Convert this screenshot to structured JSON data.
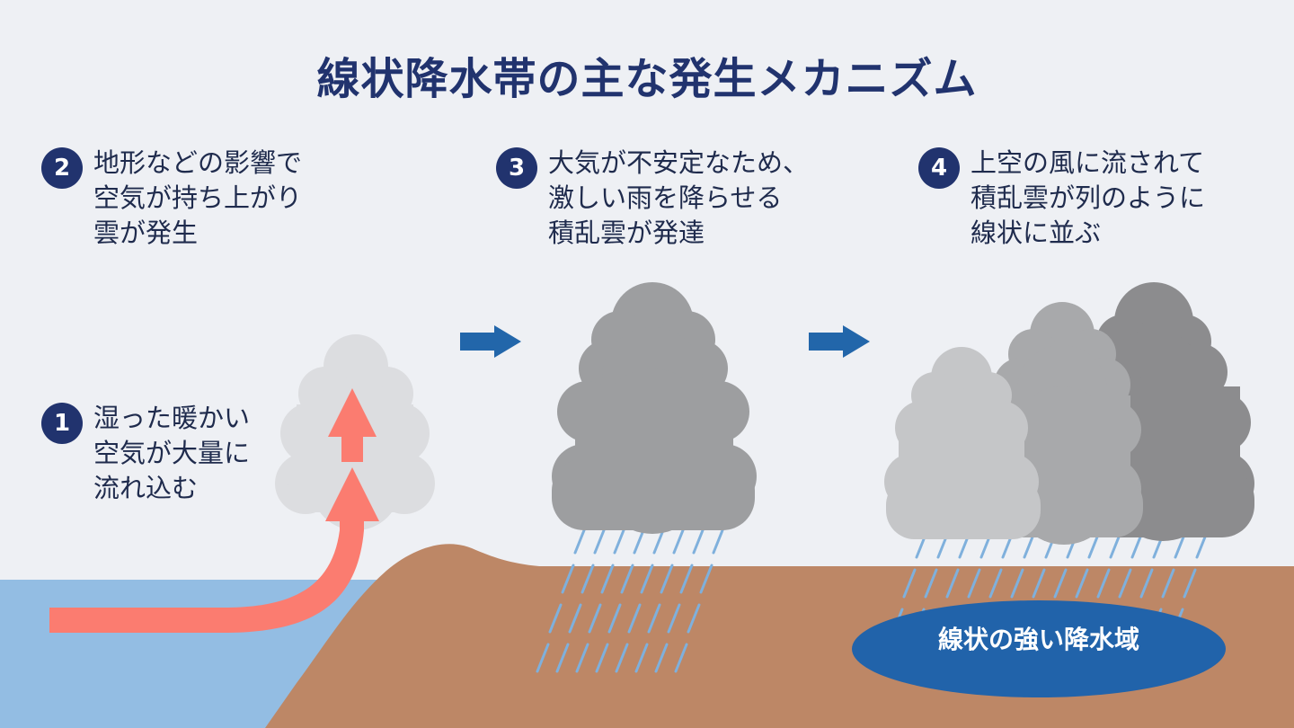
{
  "title": "線状降水帯の主な発生メカニズム",
  "steps": [
    {
      "number": "1",
      "text": "湿った暖かい\n空気が大量に\n流れ込む"
    },
    {
      "number": "2",
      "text": "地形などの影響で\n空気が持ち上がり\n雲が発生"
    },
    {
      "number": "3",
      "text": "大気が不安定なため、\n激しい雨を降らせる\n積乱雲が発達"
    },
    {
      "number": "4",
      "text": "上空の風に流されて\n積乱雲が列のように\n線状に並ぶ"
    }
  ],
  "region_label": "線状の強い降水域",
  "colors": {
    "background": "#eef0f4",
    "navy": "#21336e",
    "sea": "#93bde3",
    "land": "#bd8766",
    "air_arrow": "#fb7c70",
    "flow_arrow": "#2266aa",
    "rain": "#7fb0dc",
    "region": "#2163aa",
    "cloud_light": "#dcdde0",
    "cloud_mid": "#c5c6c8",
    "cloud_gray": "#9d9ea0",
    "cloud_dark": "#8c8c8e"
  },
  "icons": [
    "right-arrow-icon",
    "up-arrow-icon",
    "cloud-icon",
    "rain-icon"
  ]
}
